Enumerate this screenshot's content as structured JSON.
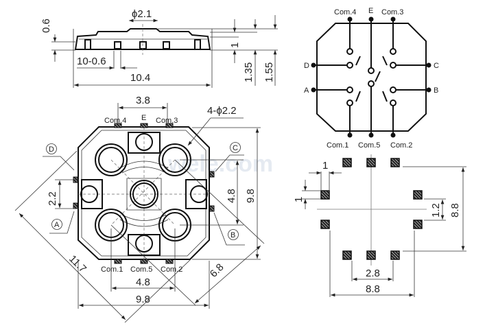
{
  "watermark": "wele.com",
  "side_view": {
    "dims": {
      "phi": "ϕ2.1",
      "h06": "0.6",
      "pitch": "10-0.6",
      "width": "10.4",
      "h1": "1",
      "h135": "1.35",
      "h155": "1.55"
    }
  },
  "schematic": {
    "top": [
      "Com.4",
      "E",
      "Com.3"
    ],
    "bottom": [
      "Com.1",
      "Com.5",
      "Com.2"
    ],
    "left": [
      "D",
      "A"
    ],
    "right": [
      "C",
      "B"
    ]
  },
  "top_view": {
    "top_pins": [
      "Com.4",
      "E",
      "Com.3"
    ],
    "bottom_pins": [
      "Com.1",
      "Com.5",
      "Com.2"
    ],
    "markers": [
      "D",
      "C",
      "A",
      "B"
    ],
    "dims": {
      "w38": "3.8",
      "holes": "4-ϕ2.2",
      "h22": "2.2",
      "h48": "4.8",
      "h98": "9.8",
      "w48": "4.8",
      "w98": "9.8",
      "d117": "11.7",
      "d68": "6.8"
    }
  },
  "footprint": {
    "dims": {
      "pad_w": "1",
      "pad_h": "1",
      "gap": "1.2",
      "h88": "8.8",
      "w28": "2.8",
      "w88": "8.8"
    }
  }
}
